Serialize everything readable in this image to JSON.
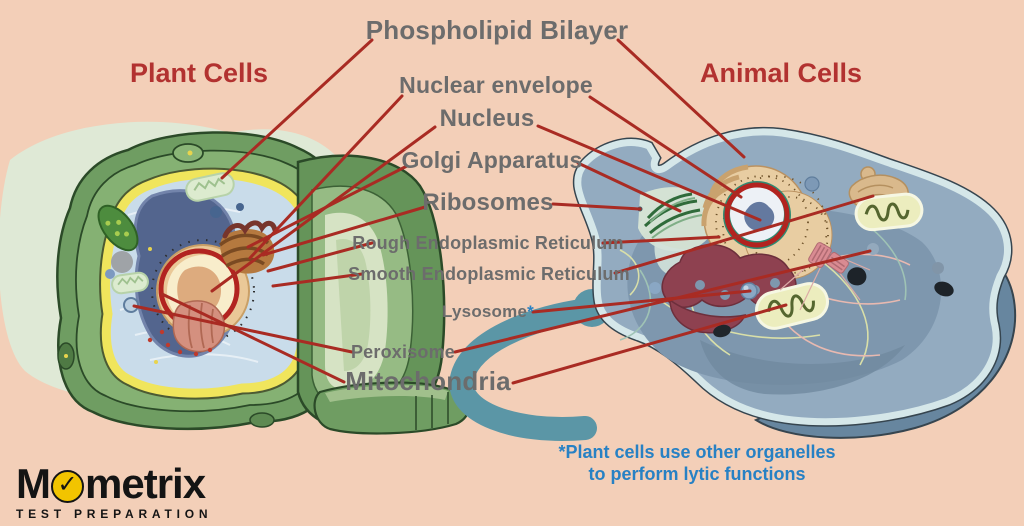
{
  "titles": {
    "plant": "Plant Cells",
    "animal": "Animal Cells"
  },
  "labels": [
    {
      "id": "phospholipid-bilayer",
      "text": "Phospholipid Bilayer"
    },
    {
      "id": "nuclear-envelope",
      "text": "Nuclear envelope"
    },
    {
      "id": "nucleus",
      "text": "Nucleus"
    },
    {
      "id": "golgi-apparatus",
      "text": "Golgi Apparatus"
    },
    {
      "id": "ribosomes",
      "text": "Ribosomes"
    },
    {
      "id": "rough-endoplasmic-reticulum",
      "text": "Rough Endoplasmic Reticulum"
    },
    {
      "id": "smooth-endoplasmic-reticulum",
      "text": "Smooth Endoplasmic Reticulum"
    },
    {
      "id": "lysosome",
      "text": "Lysosome",
      "marker": "*"
    },
    {
      "id": "peroxisome",
      "text": "Peroxisome"
    },
    {
      "id": "mitochondria",
      "text": "Mitochondria"
    }
  ],
  "footnote": {
    "line1": "*Plant cells use other organelles",
    "line2": "to perform lytic functions"
  },
  "logo": {
    "brand_m": "M",
    "check": "✓",
    "brand_rest": "metrix",
    "tagline": "TEST  PREPARATION"
  },
  "colors": {
    "background": "#f3cfb8",
    "leader_line": "#a92b23",
    "title_red": "#b23230",
    "label_gray": "#6c6c6c",
    "footnote_blue": "#2781c4",
    "logo_yellow": "#f2c400",
    "logo_black": "#141414"
  }
}
